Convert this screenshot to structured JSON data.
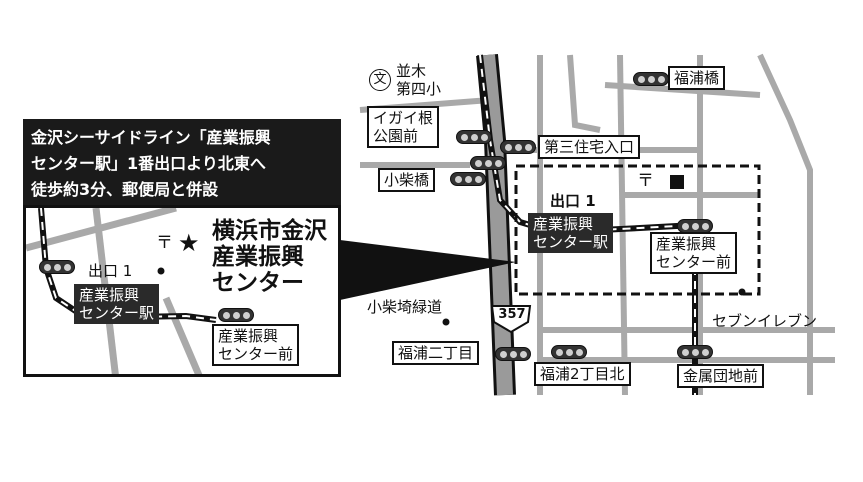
{
  "callout": {
    "lines": [
      "金沢シーサイドライン「産業振興",
      "センター駅」1番出口より北東へ",
      "徒歩約3分、郵便局と併設"
    ]
  },
  "inset": {
    "title_lines": [
      "横浜市金沢",
      "産業振興",
      "センター"
    ],
    "exit_label": "出口 1",
    "station_lines": [
      "産業振興",
      "センター駅"
    ],
    "stop_lines": [
      "産業振興",
      "センター前"
    ]
  },
  "map": {
    "school_lines": [
      "並木",
      "第四小"
    ],
    "igaine_lines": [
      "イガイ根",
      "公園前"
    ],
    "fukuura_bashi": "福浦橋",
    "daisan_jutaku": "第三住宅入口",
    "koshiba_bashi": "小柴橋",
    "exit_label": "出口 1",
    "station_lines": [
      "産業振興",
      "センター駅"
    ],
    "stop_lines": [
      "産業振興",
      "センター前"
    ],
    "koshiba_ryokudo": "小柴埼緑道",
    "route_number": "357",
    "seven_eleven": "セブンイレブン",
    "fukuura_2chome": "福浦二丁目",
    "fukuura_2chome_kita": "福浦2丁目北",
    "kinzoku_danchi": "金属団地前"
  },
  "icons": {
    "post_office": "〒",
    "school": "文",
    "star": "★"
  }
}
